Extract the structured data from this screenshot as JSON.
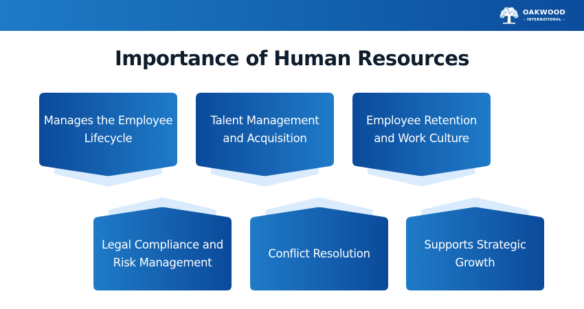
{
  "header": {
    "logo": {
      "icon": "tree-icon",
      "name": "OAKWOOD",
      "subtitle": "- INTERNATIONAL -"
    },
    "gradient": [
      "#1f7ac6",
      "#0b4c9c"
    ]
  },
  "title": "Importance of Human Resources",
  "colors": {
    "card_dark": "#0b4a9a",
    "card_light": "#1f7bc8",
    "card_shadow": "#d9ebfc",
    "title": "#0e1d2c"
  },
  "cards": {
    "top": [
      {
        "label": "Manages the Employee Lifecycle"
      },
      {
        "label": "Talent Management and Acquisition"
      },
      {
        "label": "Employee Retention and Work Culture"
      }
    ],
    "bottom": [
      {
        "label": "Legal Compliance and Risk Management"
      },
      {
        "label": "Conflict Resolution"
      },
      {
        "label": "Supports Strategic Growth"
      }
    ]
  }
}
